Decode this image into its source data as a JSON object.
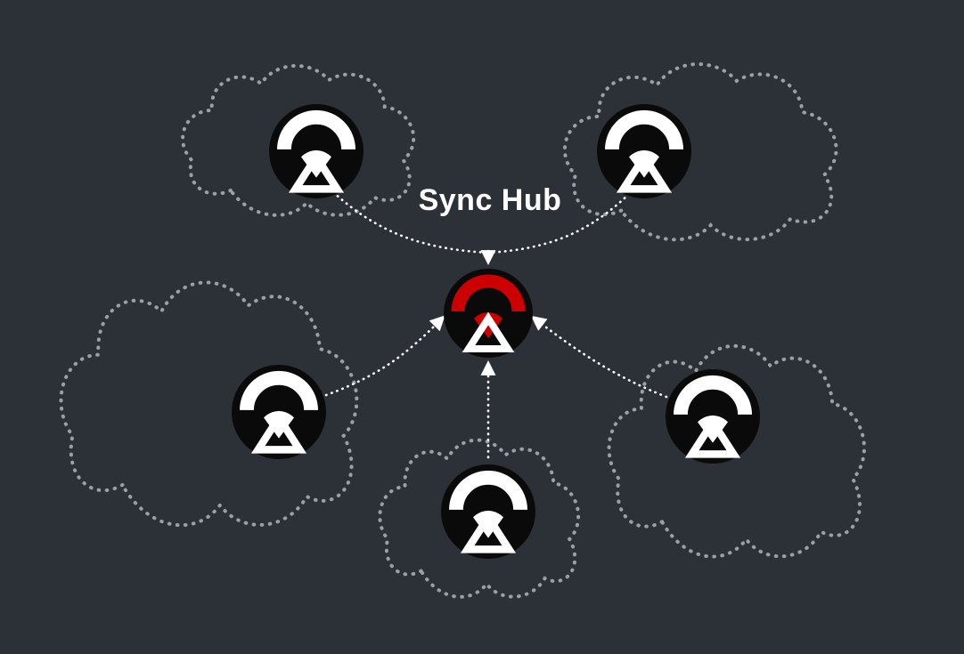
{
  "diagram": {
    "title": "Sync Hub",
    "description": "Five remote sync nodes, each inside a dotted cloud outline, send data along dotted arrows into a central Sync Hub node marked with a red signal arc",
    "hub": {
      "label": "Sync Hub",
      "icon": "sync-hub-icon",
      "accent_color": "#cc0000"
    },
    "nodes": [
      {
        "id": "top-left",
        "icon": "sync-node-icon",
        "cloud": "dotted-cloud"
      },
      {
        "id": "top-right",
        "icon": "sync-node-icon",
        "cloud": "dotted-cloud"
      },
      {
        "id": "mid-left",
        "icon": "sync-node-icon",
        "cloud": "dotted-cloud"
      },
      {
        "id": "bottom-center",
        "icon": "sync-node-icon",
        "cloud": "dotted-cloud"
      },
      {
        "id": "mid-right",
        "icon": "sync-node-icon",
        "cloud": "dotted-cloud"
      }
    ],
    "arrows": [
      {
        "from": "top-left",
        "to": "hub"
      },
      {
        "from": "top-right",
        "to": "hub"
      },
      {
        "from": "mid-left",
        "to": "hub"
      },
      {
        "from": "bottom-center",
        "to": "hub"
      },
      {
        "from": "mid-right",
        "to": "hub"
      }
    ],
    "colors": {
      "background": "#2b3137",
      "node_fill": "#0a0a0a",
      "icon_white": "#ffffff",
      "hub_accent_red": "#cc0000",
      "cloud_outline": "#9aa1a6",
      "arrow": "#ffffff",
      "title_text": "#ffffff"
    }
  }
}
